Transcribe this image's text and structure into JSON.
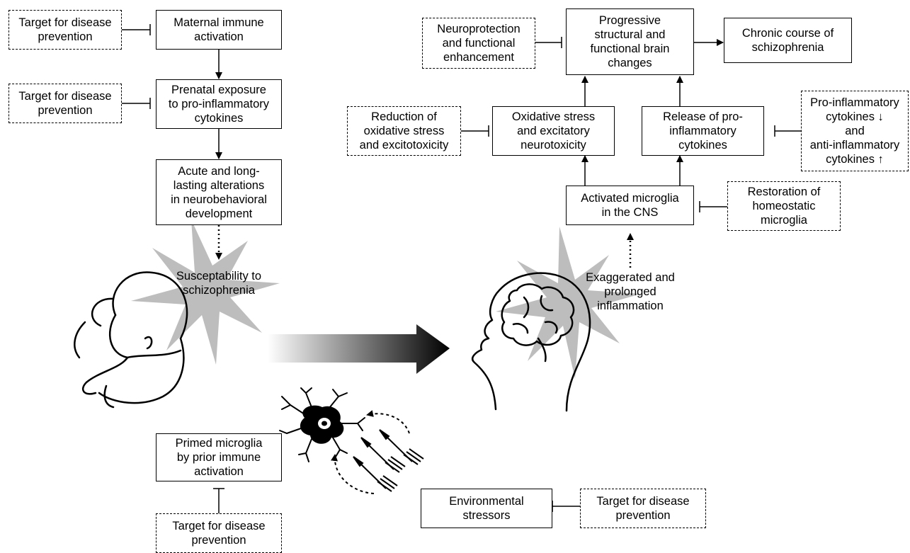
{
  "left": {
    "maternal": [
      "Maternal immune",
      "activation"
    ],
    "prenatal": [
      "Prenatal exposure",
      "to pro-inflammatory",
      "cytokines"
    ],
    "acute": [
      "Acute and long-",
      "lasting alterations",
      "in neurobehavioral",
      "development"
    ],
    "susceptibility": [
      "Susceptability to",
      "schizophrenia"
    ],
    "primed": [
      "Primed microglia",
      "by prior immune",
      "activation"
    ],
    "target_1": [
      "Target for disease",
      "prevention"
    ],
    "target_2": [
      "Target for disease",
      "prevention"
    ],
    "target_3": [
      "Target for disease",
      "prevention"
    ]
  },
  "right": {
    "progressive": [
      "Progressive",
      "structural and",
      "functional brain",
      "changes"
    ],
    "chronic": [
      "Chronic course of",
      "schizophrenia"
    ],
    "neuroprotection": [
      "Neuroprotection",
      "and functional",
      "enhancement"
    ],
    "oxidative": [
      "Oxidative stress",
      "and excitatory",
      "neurotoxicity"
    ],
    "reduction": [
      "Reduction of",
      "oxidative stress",
      "and excitotoxicity"
    ],
    "release": [
      "Release of pro-",
      "inflammatory",
      "cytokines"
    ],
    "cytokine_target": [
      "Pro-inflammatory",
      "cytokines ↓",
      "and",
      "anti-inflammatory",
      "cytokines ↑"
    ],
    "activated": [
      "Activated microglia",
      "in the CNS"
    ],
    "restoration": [
      "Restoration of",
      "homeostatic",
      "microglia"
    ],
    "exaggerated": [
      "Exaggerated and",
      "prolonged",
      "inflammation"
    ]
  },
  "bottom": {
    "environmental": [
      "Environmental",
      "stressors"
    ],
    "target_4": [
      "Target for disease",
      "prevention"
    ]
  },
  "colors": {
    "line": "#000000",
    "burst": "#bdbdbd",
    "gradient_start": "#ffffff",
    "gradient_end": "#000000",
    "microglia": "#000000"
  },
  "icons": [
    "fetus-icon",
    "brain-head-icon",
    "microglia-cell-icon",
    "pathogen-arrow-icon",
    "starburst-icon"
  ]
}
